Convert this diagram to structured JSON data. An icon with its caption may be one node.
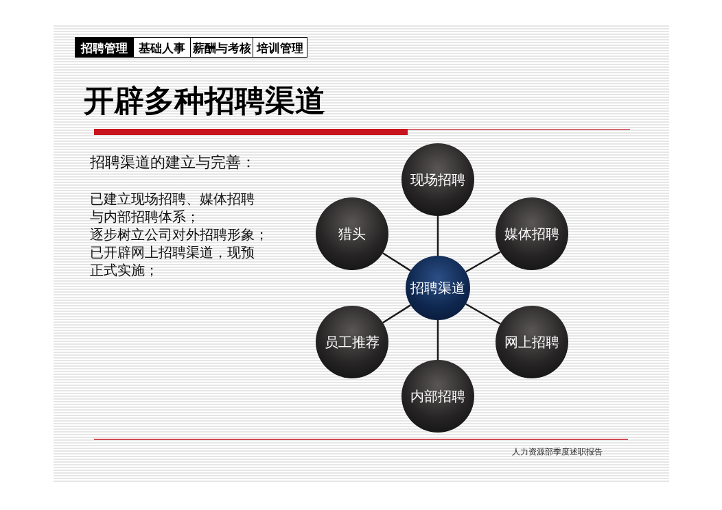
{
  "diagram": {
    "title": "开辟多种招聘渠道",
    "nodes": [
      {
        "text": [
          "招聘管理"
        ]
      },
      {
        "text": [
          "基础人事"
        ]
      },
      {
        "text": [
          "薪酬与考核"
        ]
      },
      {
        "text": [
          "培训管理"
        ]
      },
      {
        "text": [
          "现场招聘"
        ]
      },
      {
        "text": [
          "猎头"
        ]
      },
      {
        "text": [
          "媒体招聘"
        ]
      },
      {
        "text": [
          "招聘渠道"
        ]
      },
      {
        "text": [
          "员工推荐"
        ]
      },
      {
        "text": [
          "网上招聘"
        ]
      },
      {
        "text": [
          "内部招聘"
        ]
      }
    ],
    "edges": [
      {
        "from": 7,
        "to": 4,
        "arrow": "none"
      },
      {
        "from": 7,
        "to": 5,
        "arrow": "none"
      },
      {
        "from": 7,
        "to": 6,
        "arrow": "none"
      },
      {
        "from": 7,
        "to": 8,
        "arrow": "none"
      },
      {
        "from": 7,
        "to": 9,
        "arrow": "none"
      },
      {
        "from": 7,
        "to": 10,
        "arrow": "none"
      }
    ],
    "labels": [
      "招聘渠道的建立与完善：",
      "已建立现场招聘、媒体招聘与内部招聘体系；",
      "逐步树立公司对外招聘形象；",
      "已开辟网上招聘渠道，现预正式实施；",
      "人力资源部季度述职报告"
    ]
  }
}
